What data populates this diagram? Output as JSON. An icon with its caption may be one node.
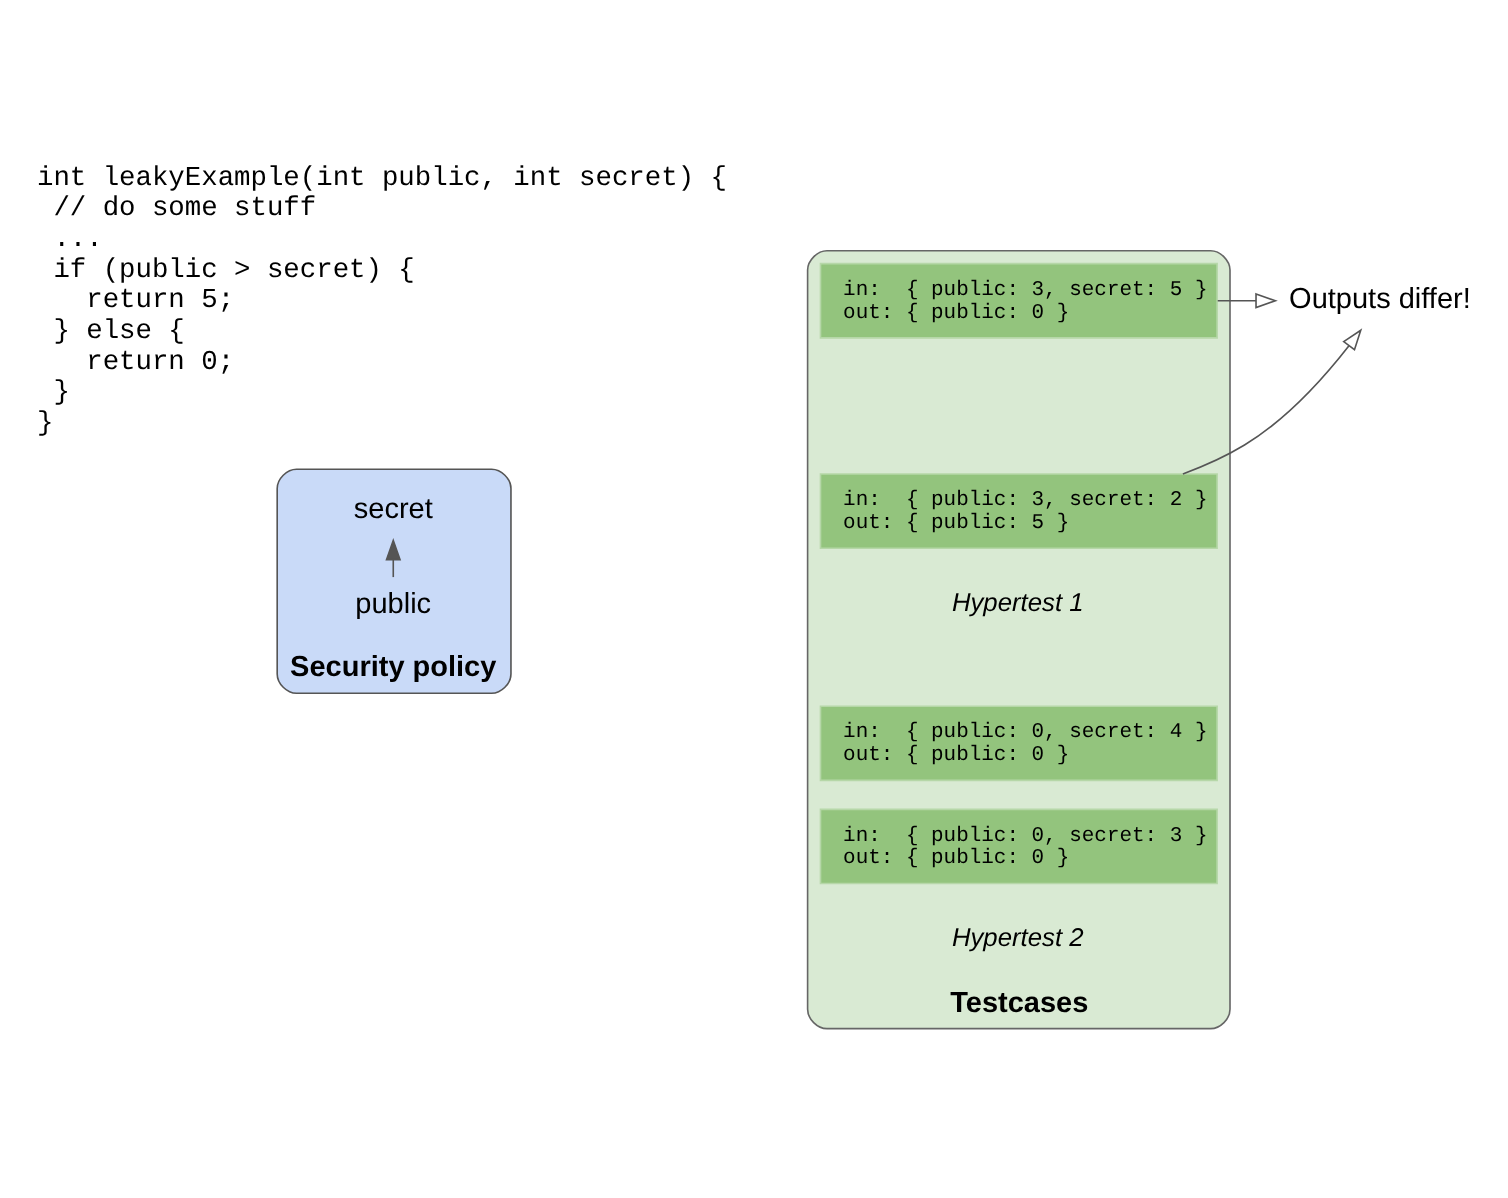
{
  "diagram": {
    "nodes": [
      {
        "text": [
          "Testcases"
        ]
      },
      {
        "text": [
          "in:  { public: 3, secret: 5 }",
          "out: { public: 0 }"
        ],
        "in": 0
      },
      {
        "text": [
          "in:  { public: 3, secret: 2 }",
          "out: { public: 5 }"
        ],
        "in": 0
      },
      {
        "text": [
          "in:  { public: 0, secret: 4 }",
          "out: { public: 0 }"
        ],
        "in": 0
      },
      {
        "text": [
          "in:  { public: 0, secret: 3 }",
          "out: { public: 0 }"
        ],
        "in": 0
      },
      {
        "text": [
          "Outputs differ!"
        ]
      },
      {
        "text": [
          "Security policy"
        ]
      },
      {
        "text": [
          "secret"
        ],
        "in": 6
      },
      {
        "text": [
          "public"
        ],
        "in": 6
      }
    ],
    "edges": [
      {
        "from": 1,
        "to": 5,
        "arrow": "to"
      },
      {
        "from": 2,
        "to": 5,
        "arrow": "to"
      },
      {
        "from": 8,
        "to": 7,
        "arrow": "to"
      }
    ],
    "labels": [
      "int leakyExample(int public, int secret) {",
      "  // do some stuff",
      "  ...",
      "  if (public > secret) {",
      "    return 5;",
      "  } else {",
      "    return 0;",
      "  }",
      "}",
      "Hypertest 1",
      "Hypertest 2"
    ]
  }
}
